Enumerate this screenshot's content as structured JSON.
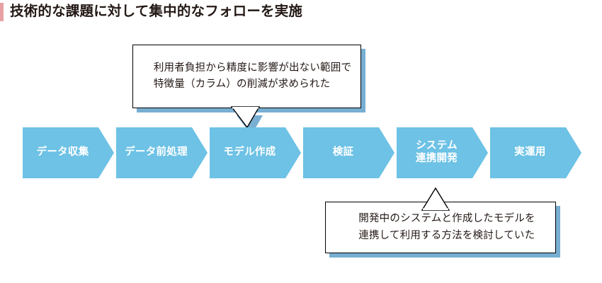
{
  "page": {
    "title": "技術的な課題に対して集中的なフォローを実施",
    "accent_color": "#e8a0a4",
    "title_color": "#231815",
    "background": "#ffffff"
  },
  "process": {
    "shape_color": "#6dc2e5",
    "label_color": "#ffffff",
    "steps": [
      {
        "label": "データ収集"
      },
      {
        "label": "データ前処理"
      },
      {
        "label": "モデル作成"
      },
      {
        "label": "検証"
      },
      {
        "label": "システム\n連携開発"
      },
      {
        "label": "実運用"
      }
    ]
  },
  "callouts": [
    {
      "name": "model-creation-callout",
      "text": "利用者負担から精度に影響が出ない範囲で\n特徴量（カラム）の削減が求められた",
      "points_to": "モデル作成",
      "border_color": "#000000",
      "shadow_color": "#78aed2",
      "fill_color": "#ffffff"
    },
    {
      "name": "system-integration-callout",
      "text": "開発中のシステムと作成したモデルを\n連携して利用する方法を検討していた",
      "points_to": "システム連携開発",
      "border_color": "#000000",
      "shadow_color": "#78aed2",
      "fill_color": "#ffffff"
    }
  ]
}
